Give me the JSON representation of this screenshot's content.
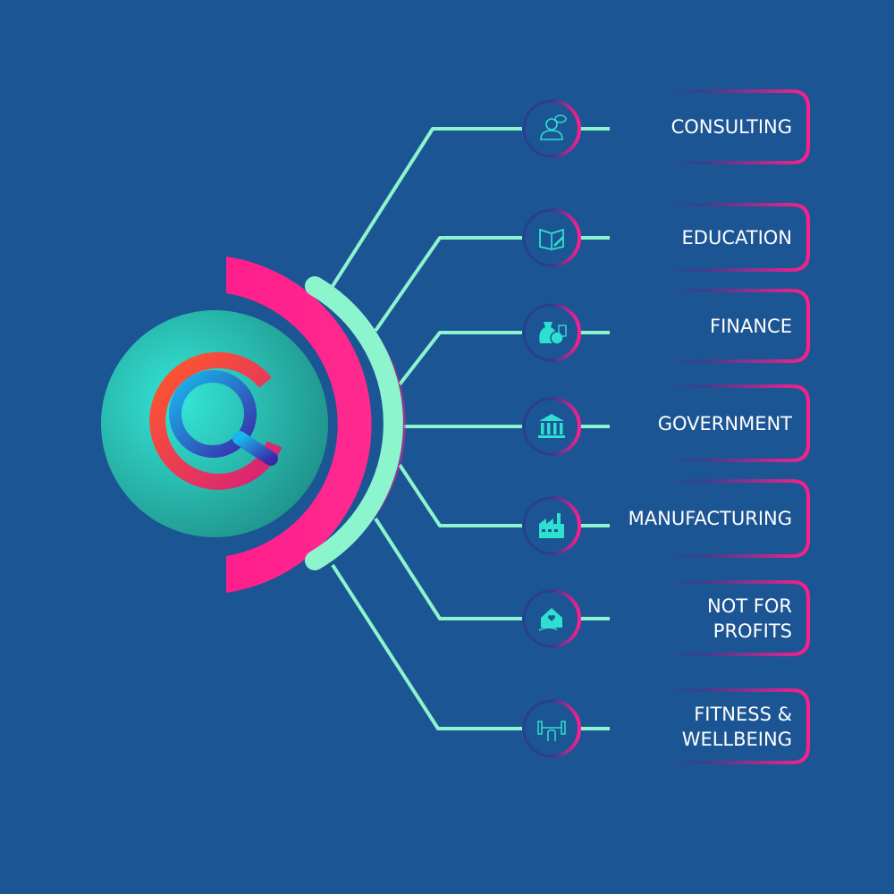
{
  "colors": {
    "background": "#1c5594",
    "connector": "#8cf5cd",
    "accent_pink": "#ff1e8c",
    "accent_dark": "#2a3f8c",
    "hub_teal": "#2ee0cf",
    "label_text": "#ffffff"
  },
  "sectors": [
    {
      "label": "CONSULTING",
      "icon": "consultant-icon"
    },
    {
      "label": "EDUCATION",
      "icon": "book-icon"
    },
    {
      "label": "FINANCE",
      "icon": "money-bag-icon"
    },
    {
      "label": "GOVERNMENT",
      "icon": "government-building-icon"
    },
    {
      "label": "MANUFACTURING",
      "icon": "factory-icon"
    },
    {
      "label": "NOT FOR\nPROFITS",
      "icon": "charity-house-icon"
    },
    {
      "label": "FITNESS &\nWELLBEING",
      "icon": "dumbbell-icon"
    }
  ]
}
